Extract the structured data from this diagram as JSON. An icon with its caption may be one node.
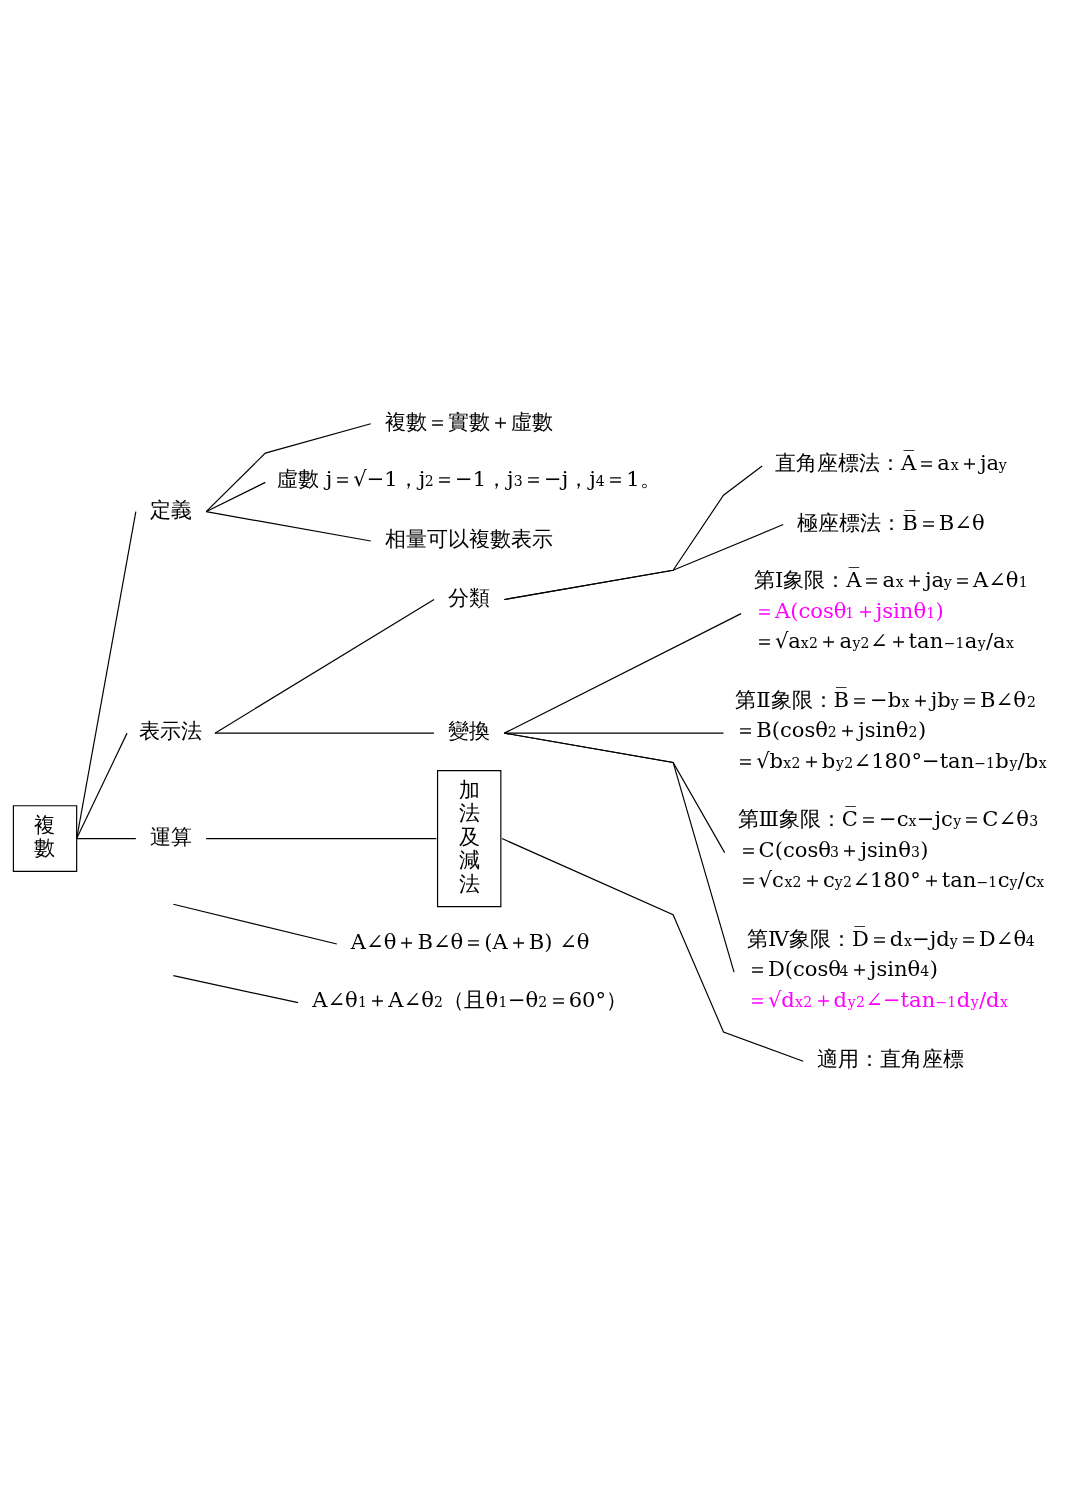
{
  "diagram": {
    "nodes": [
      {
        "text": [
          "複數"
        ]
      },
      {
        "text": [
          "定義"
        ]
      },
      {
        "text": [
          "複數＝實數＋虛數"
        ]
      },
      {
        "text": [
          "虛數 j＝√−1，j$^{2}$＝−1，j$^{3}$＝−j，j$^{4}$＝1。"
        ]
      },
      {
        "text": [
          "相量可以複數表示"
        ]
      },
      {
        "text": [
          "表示法"
        ]
      },
      {
        "text": [
          "分類"
        ]
      },
      {
        "text": [
          "直角座標法：A̅＝a$_{x}$＋ja$_{y}$"
        ]
      },
      {
        "text": [
          "極座標法：B̅＝B∠θ"
        ]
      },
      {
        "text": [
          "變換"
        ]
      },
      {
        "text": [
          "第Ⅰ象限：A̅＝a$_{x}$＋ja$_{y}$＝A∠θ$_{1}$",
          "＝A(cosθ$_{1}$＋jsinθ$_{1}$)",
          "＝√a$_{x}$$^{2}$＋a$_{y}$$^{2}$∠＋tan$^{−1}$a$_{y}$/a$_{x}$"
        ]
      },
      {
        "text": [
          "第Ⅱ象限：B̅＝−b$_{x}$＋jb$_{y}$＝B∠θ$_{2}$",
          "＝B(cosθ$_{2}$＋jsinθ$_{2}$)",
          "＝√b$_{x}$$^{2}$＋b$_{y}$$^{2}$∠180°−tan$^{−1}$b$_{y}$/b$_{x}$"
        ]
      },
      {
        "text": [
          "第Ⅲ象限：C̅＝−c$_{x}$−jc$_{y}$＝C∠θ$_{3}$",
          "＝C(cosθ$_{3}$＋jsinθ$_{3}$)",
          "＝√c$_{x}$$^{2}$＋c$_{y}$$^{2}$∠180°＋tan$^{−1}$c$_{y}$/c$_{x}$"
        ]
      },
      {
        "text": [
          "第Ⅳ象限：D̅＝d$_{x}$−jd$_{y}$＝D∠θ$_{4}$",
          "＝D(cosθ$_{4}$＋jsinθ$_{4}$)",
          "＝√d$_{x}$$^{2}$＋d$_{y}$$^{2}$∠−tan$^{−1}$d$_{y}$/d$_{x}$"
        ]
      },
      {
        "text": [
          "運算"
        ]
      },
      {
        "text": [
          "加法及減法"
        ]
      },
      {
        "text": [
          "適用：直角座標"
        ]
      },
      {
        "text": [
          "A∠θ＋B∠θ＝(A＋B) ∠θ"
        ]
      },
      {
        "text": [
          "A∠θ$_{1}$＋A∠θ$_{2}$（且θ$_{1}$−θ$_{2}$＝60°）"
        ]
      }
    ],
    "edges": [
      {
        "from": 0,
        "to": 1,
        "arrow": "none"
      },
      {
        "from": 0,
        "to": 5,
        "arrow": "none"
      },
      {
        "from": 0,
        "to": 14,
        "arrow": "none"
      },
      {
        "from": 1,
        "to": 2,
        "arrow": "none"
      },
      {
        "from": 1,
        "to": 3,
        "arrow": "none"
      },
      {
        "from": 1,
        "to": 4,
        "arrow": "none"
      },
      {
        "from": 5,
        "to": 6,
        "arrow": "none"
      },
      {
        "from": 5,
        "to": 9,
        "arrow": "none"
      },
      {
        "from": 6,
        "to": 7,
        "arrow": "none"
      },
      {
        "from": 6,
        "to": 8,
        "arrow": "none"
      },
      {
        "from": 9,
        "to": 10,
        "arrow": "none"
      },
      {
        "from": 9,
        "to": 11,
        "arrow": "none"
      },
      {
        "from": 9,
        "to": 12,
        "arrow": "none"
      },
      {
        "from": 9,
        "to": 13,
        "arrow": "none"
      },
      {
        "from": 14,
        "to": 15,
        "arrow": "none"
      },
      {
        "from": 15,
        "to": 16,
        "arrow": "none"
      },
      {
        "from": null,
        "to": 17,
        "arrow": "none"
      },
      {
        "from": null,
        "to": 18,
        "arrow": "none"
      }
    ]
  }
}
